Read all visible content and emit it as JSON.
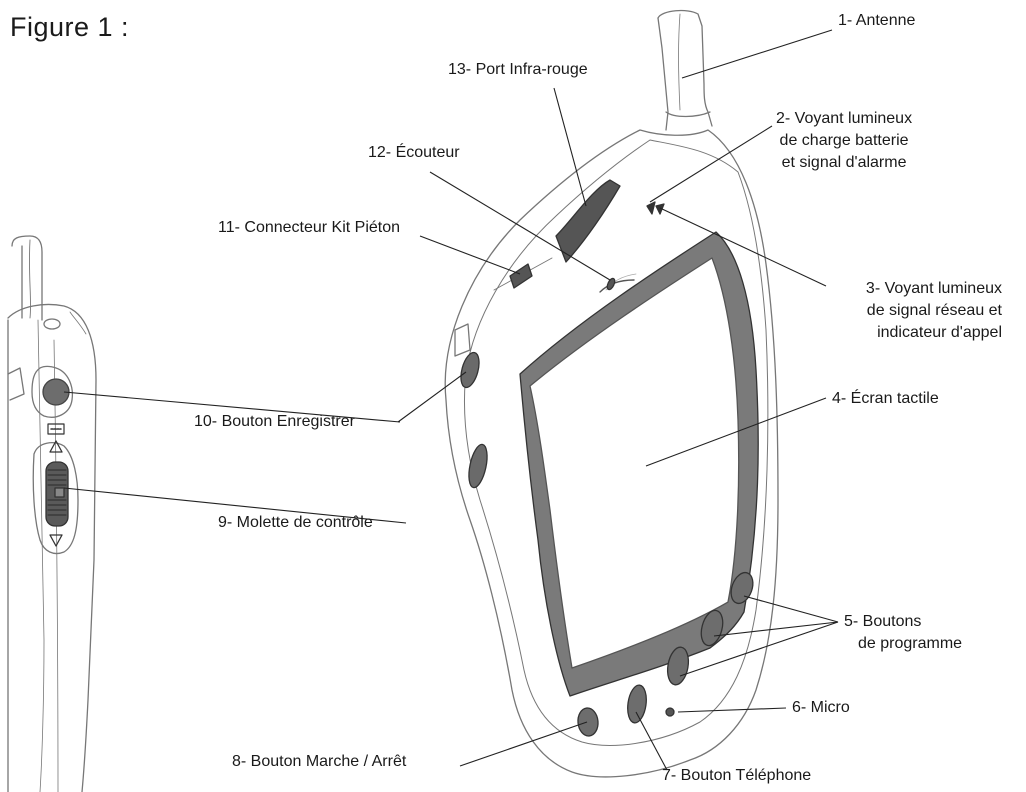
{
  "figure": {
    "title": "Figure 1 :"
  },
  "callouts": {
    "antenne": {
      "lines": [
        "1- Antenne"
      ]
    },
    "voyant_batterie": {
      "lines": [
        "2- Voyant lumineux",
        "de charge batterie",
        "et signal d'alarme"
      ]
    },
    "voyant_reseau": {
      "lines": [
        "3- Voyant lumineux",
        "de signal réseau et",
        "indicateur d'appel"
      ]
    },
    "ecran": {
      "lines": [
        "4- Écran tactile"
      ]
    },
    "boutons_programme": {
      "lines": [
        "5- Boutons",
        "de programme"
      ]
    },
    "micro": {
      "lines": [
        "6- Micro"
      ]
    },
    "bouton_telephone": {
      "lines": [
        "7- Bouton Téléphone"
      ]
    },
    "bouton_marche": {
      "lines": [
        "8- Bouton Marche / Arrêt"
      ]
    },
    "molette": {
      "lines": [
        "9- Molette de contrôle"
      ]
    },
    "bouton_enregistrer": {
      "lines": [
        "10- Bouton Enregistrer"
      ]
    },
    "connecteur_kit": {
      "lines": [
        "11- Connecteur Kit Piéton"
      ]
    },
    "ecouteur": {
      "lines": [
        "12- Écouteur"
      ]
    },
    "port_infrarouge": {
      "lines": [
        "13- Port Infra-rouge"
      ]
    }
  }
}
